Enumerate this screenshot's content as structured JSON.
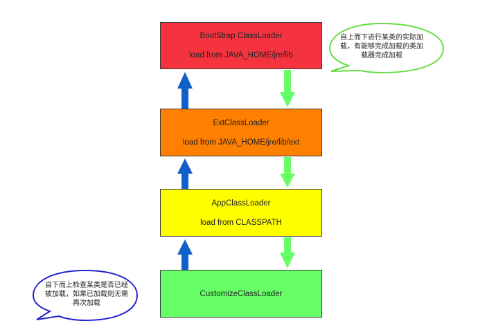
{
  "loaders": [
    {
      "name": "BootStrap ClassLoader",
      "source": "load from JAVA_HOME/jre/lib",
      "color": "#f5333f"
    },
    {
      "name": "ExtClassLoader",
      "source": "load from JAVA_HOME/jre/lib/ext",
      "color": "#ff7f00"
    },
    {
      "name": "AppClassLoader",
      "source": "load from CLASSPATH",
      "color": "#ffff00"
    },
    {
      "name": "CustomizeClassLoader",
      "source": "",
      "color": "#66ff66"
    }
  ],
  "notes": {
    "top_down": {
      "lines": [
        "自上而下进行某类的实际加",
        "载，有能够完成加载的类加",
        "载器完成加载"
      ],
      "border_color": "#66dd44"
    },
    "bottom_up": {
      "lines": [
        "自下而上检查某类是否已经",
        "被加载，如果已加载则无需",
        "再次加载"
      ],
      "border_color": "#2222cc"
    }
  },
  "arrow_colors": {
    "up": "#1060c8",
    "down": "#66ff66"
  }
}
